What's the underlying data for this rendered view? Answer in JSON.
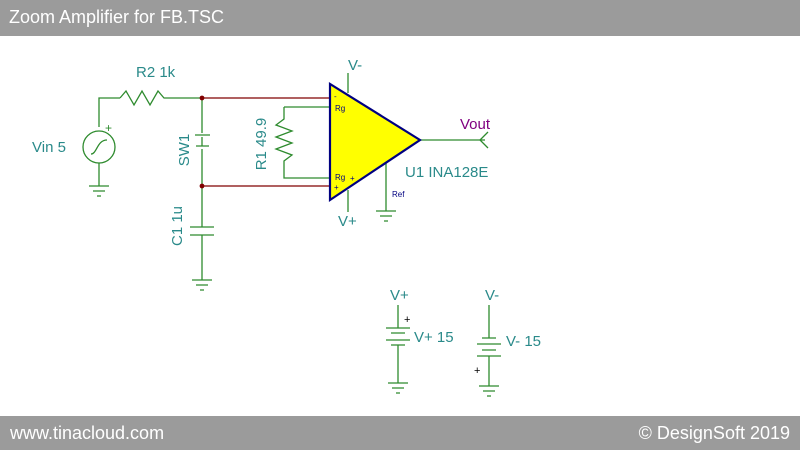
{
  "header": {
    "title": "Zoom Amplifier for FB.TSC"
  },
  "footer": {
    "website": "www.tinacloud.com",
    "copyright": "© DesignSoft 2019"
  },
  "schematic": {
    "vin": {
      "label": "Vin 5"
    },
    "r2": {
      "label": "R2 1k"
    },
    "sw1": {
      "label": "SW1"
    },
    "c1": {
      "label": "C1 1u"
    },
    "r1": {
      "label": "R1 49.9"
    },
    "amp": {
      "label": "U1 INA128E",
      "supply_neg": "V-",
      "supply_pos": "V+",
      "pin_rg_top": "Rg",
      "pin_rg_bottom": "Rg",
      "pin_ref": "Ref",
      "pin_minus": "-",
      "pin_plus": "+"
    },
    "vout": {
      "label": "Vout"
    },
    "vplus": {
      "node": "V+",
      "label": "V+ 15"
    },
    "vminus": {
      "node": "V-",
      "label": "V- 15"
    },
    "colors": {
      "wire": "#2e8b2e",
      "node_wire": "#800000",
      "amp_fill": "#ffff00",
      "amp_stroke": "#000080",
      "label": "#2a8a8a",
      "vout_label": "#800080"
    }
  }
}
